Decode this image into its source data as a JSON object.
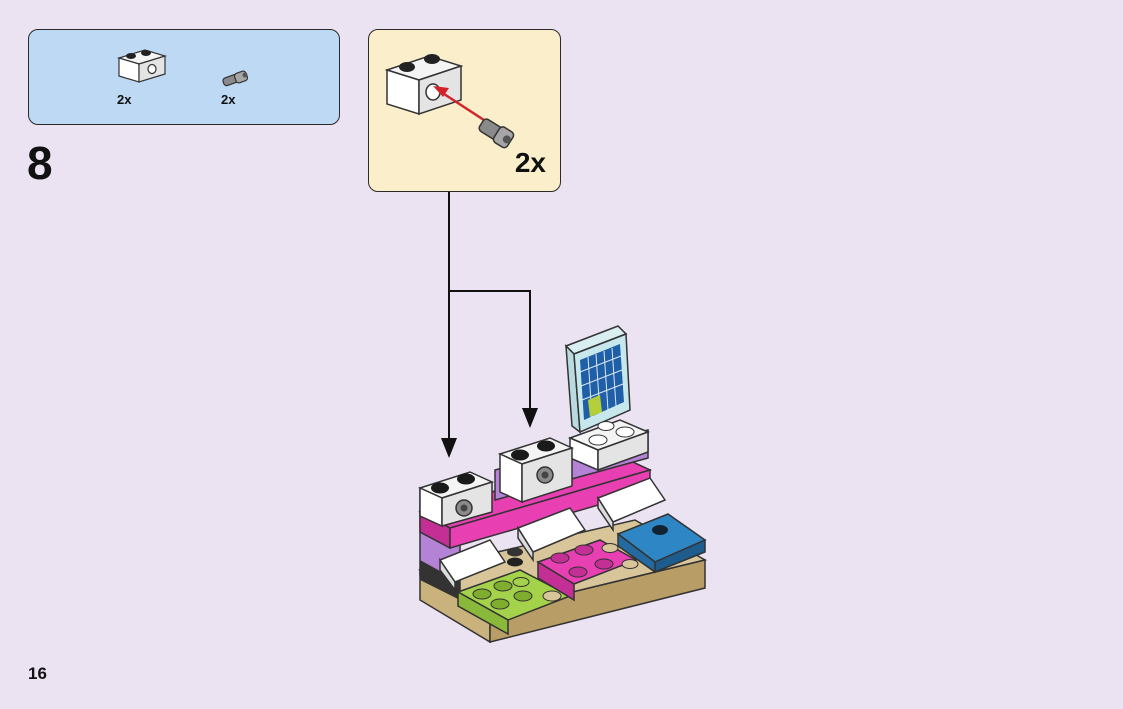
{
  "parts_list": {
    "items": [
      {
        "part": "technic-brick-1x2-with-hole",
        "color": "#ffffff",
        "quantity": "2x"
      },
      {
        "part": "technic-pin-connector",
        "color": "#8a8a8a",
        "quantity": "2x"
      }
    ]
  },
  "step": {
    "number": "8"
  },
  "callout": {
    "quantity": "2x",
    "arrow_color": "#d2232a"
  },
  "colors": {
    "page_background": "#ebe2f2",
    "parts_box_background": "#bdd9f3",
    "callout_background": "#fbeecb",
    "pink": "#e83fb3",
    "lime": "#a4d24a",
    "blue": "#2f86c4",
    "tan": "#d8c59a"
  },
  "page": {
    "number": "16"
  }
}
